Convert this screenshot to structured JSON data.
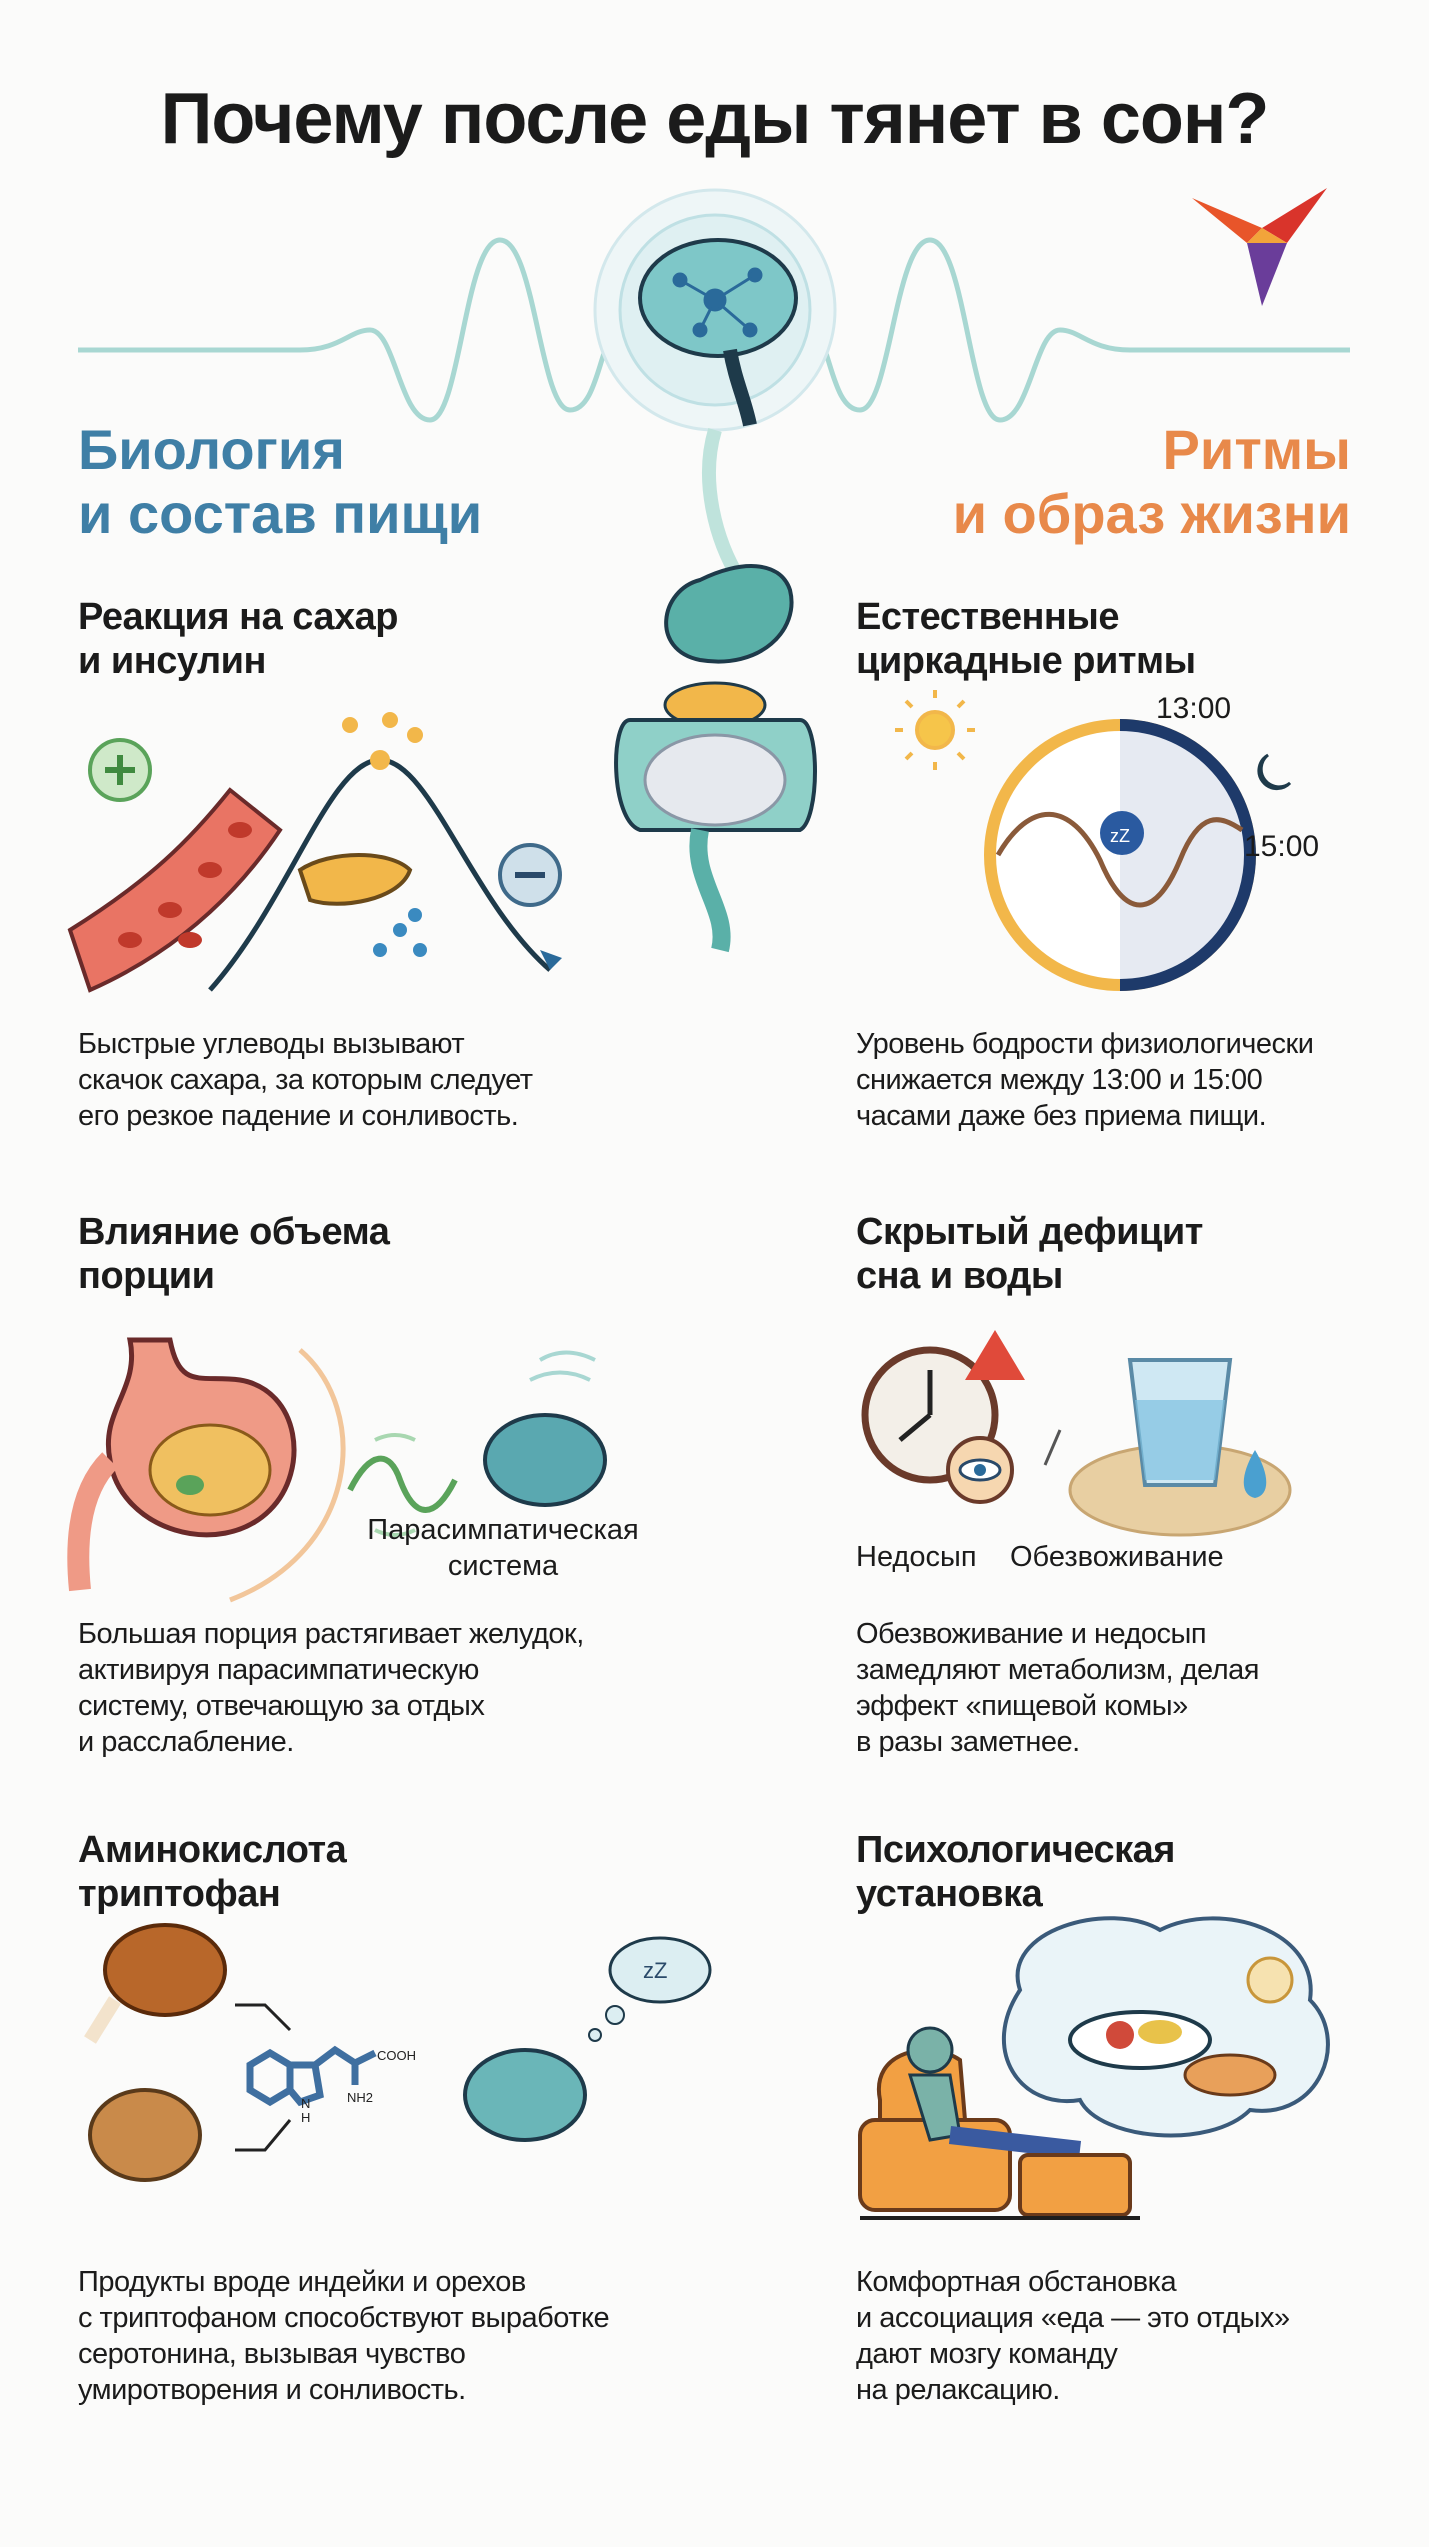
{
  "title": "Почему после еды тянет в сон?",
  "sections": {
    "left": {
      "line1": "Биология",
      "line2": "и состав пищи",
      "color": "#3f7fa6"
    },
    "right": {
      "line1": "Ритмы",
      "line2": "и образ жизни",
      "color": "#e8894a"
    }
  },
  "cards": {
    "sugar": {
      "title1": "Реакция на сахар",
      "title2": "и инсулин",
      "text": [
        "Быстрые углеводы вызывают",
        "скачок сахара, за которым следует",
        "его резкое падение и сонливость."
      ]
    },
    "portion": {
      "title1": "Влияние объема",
      "title2": "порции",
      "label1": "Парасимпатическая",
      "label2": "система",
      "text": [
        "Большая порция растягивает желудок,",
        "активируя парасимпатическую",
        "систему, отвечающую за отдых",
        "и расслабление."
      ]
    },
    "tryptophan": {
      "title1": "Аминокислота",
      "title2": "триптофан",
      "mol_cooh": "COOH",
      "mol_nh2": "NH2",
      "mol_n": "N",
      "mol_h": "H",
      "sleep_label": "zZ",
      "text": [
        "Продукты вроде индейки и орехов",
        "с триптофаном  способствуют выработке",
        "серотонина, вызывая чувство",
        "умиротворения и сонливость."
      ]
    },
    "circadian": {
      "title1": "Естественные",
      "title2": "циркадные ритмы",
      "time1": "13:00",
      "time2": "15:00",
      "sleep_label": "zZ",
      "text": [
        "Уровень бодрости физиологически",
        "снижается между 13:00 и 15:00",
        "часами даже без приема пищи."
      ]
    },
    "deficit": {
      "title1": "Скрытый дефицит",
      "title2": "сна и воды",
      "label1": "Недосып",
      "label2": "Обезвоживание",
      "text": [
        "Обезвоживание и недосып",
        "замедляют метаболизм, делая",
        "эффект «пищевой комы»",
        "в разы заметнее."
      ]
    },
    "psych": {
      "title1": "Психологическая",
      "title2": "установка",
      "text": [
        "Комфортная обстановка",
        "и ассоциация «еда — это отдых»",
        "дают мозгу команду",
        "на релаксацию."
      ]
    }
  }
}
